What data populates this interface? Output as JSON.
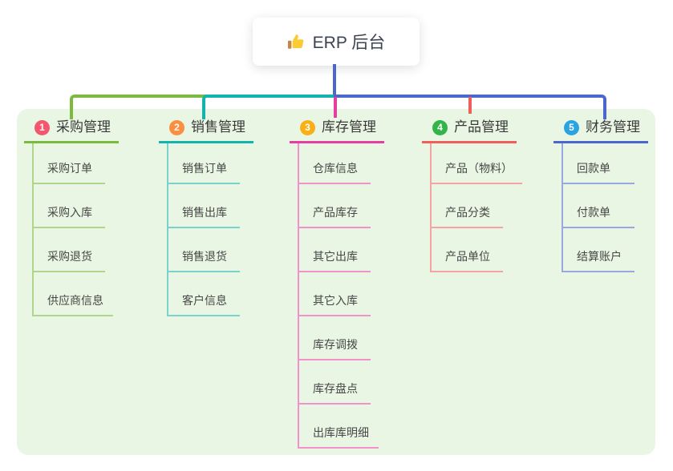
{
  "root": {
    "title": "ERP 后台",
    "icon": "thumbs-up"
  },
  "canvas": {
    "background": "#e9f6e4"
  },
  "root_connector_color": "#4b67cd",
  "branches": [
    {
      "num": "1",
      "label": "采购管理",
      "color": "#7cba3f",
      "light_color": "#aed68c",
      "badge_color": "#f4566e",
      "children": [
        "采购订单",
        "采购入库",
        "采购退货",
        "供应商信息"
      ]
    },
    {
      "num": "2",
      "label": "销售管理",
      "color": "#14b3ab",
      "light_color": "#7ad2cc",
      "badge_color": "#fb8e40",
      "children": [
        "销售订单",
        "销售出库",
        "销售退货",
        "客户信息"
      ]
    },
    {
      "num": "3",
      "label": "库存管理",
      "color": "#e53da1",
      "light_color": "#f291cb",
      "badge_color": "#f9b016",
      "children": [
        "仓库信息",
        "产品库存",
        "其它出库",
        "其它入库",
        "库存调拨",
        "库存盘点",
        "出库库明细"
      ]
    },
    {
      "num": "4",
      "label": "产品管理",
      "color": "#f15c5c",
      "light_color": "#f5a3a3",
      "badge_color": "#33b44a",
      "children": [
        "产品（物料）",
        "产品分类",
        "产品单位"
      ]
    },
    {
      "num": "5",
      "label": "财务管理",
      "color": "#4b67cd",
      "light_color": "#98a9e2",
      "badge_color": "#2aa3e1",
      "children": [
        "回款单",
        "付款单",
        "结算账户"
      ]
    }
  ]
}
